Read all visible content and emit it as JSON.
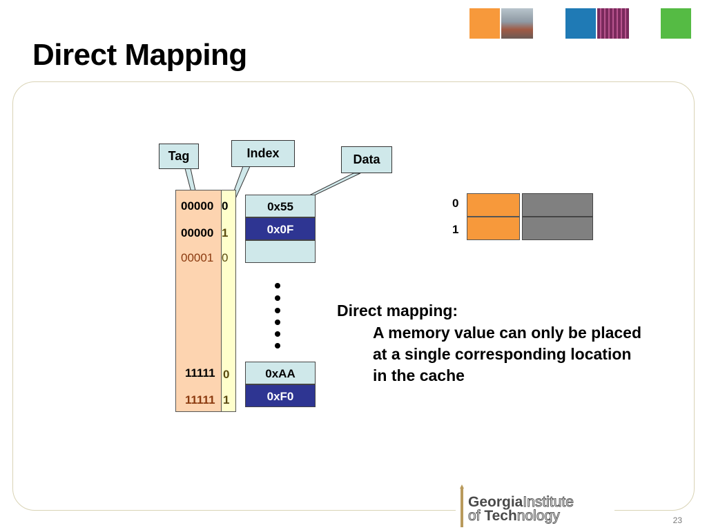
{
  "slide": {
    "title": "Direct Mapping",
    "page_number": "23"
  },
  "callouts": {
    "tag": "Tag",
    "index": "Index",
    "data": "Data"
  },
  "memory": {
    "rows": [
      {
        "tag": "00000",
        "index": "0",
        "data": "0x55"
      },
      {
        "tag": "00000",
        "index": "1",
        "data": "0x0F"
      },
      {
        "tag": "00001",
        "index": "0",
        "data": ""
      },
      {
        "tag": "11111",
        "index": "0",
        "data": "0xAA"
      },
      {
        "tag": "11111",
        "index": "1",
        "data": "0xF0"
      }
    ]
  },
  "cache": {
    "rows": [
      "0",
      "1"
    ]
  },
  "description": {
    "heading": "Direct mapping:",
    "line1": "A memory value can only be placed",
    "line2": "at a single corresponding location",
    "line3": "in the cache"
  },
  "logo": {
    "line1_bold": "Georgia",
    "line1_light": "Institute",
    "line2_light1": "of ",
    "line2_bold": "Tech",
    "line2_light2": "nology"
  },
  "colors": {
    "orange": "#f7993b",
    "teal": "#1f7ab5",
    "green": "#55bb44",
    "navy": "#2e3592",
    "light_cyan": "#cfe8ea",
    "peach": "#fdd4b0",
    "pale_yellow": "#ffffcc",
    "gray": "#808080"
  }
}
